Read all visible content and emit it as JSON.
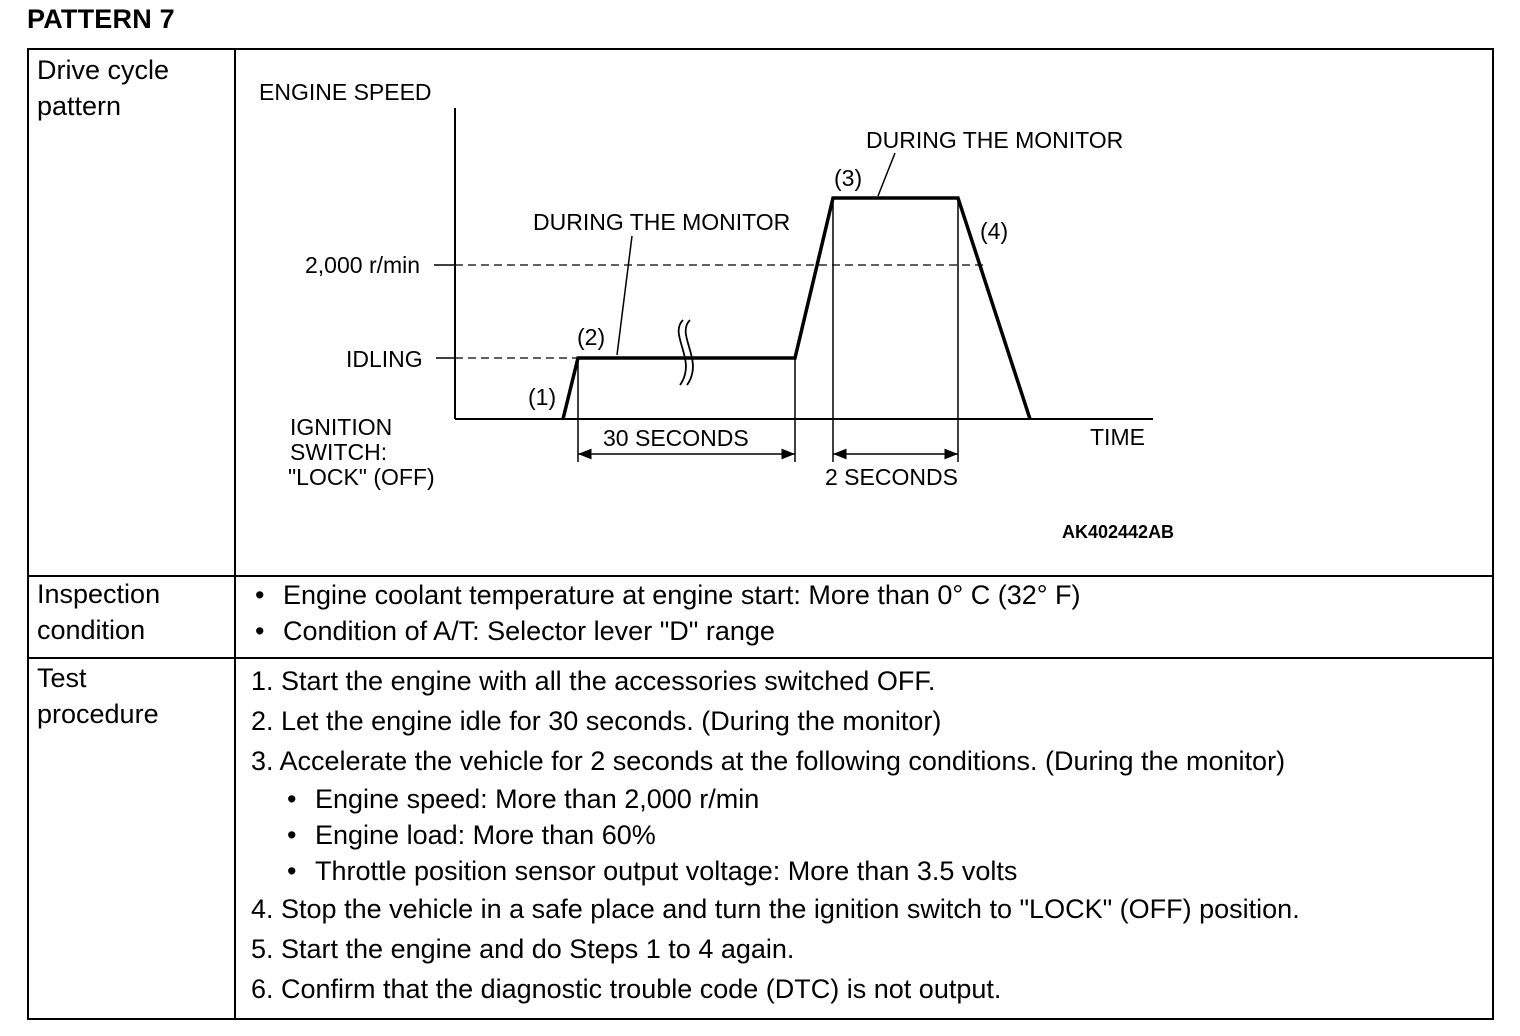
{
  "page_title": "PATTERN 7",
  "rows": {
    "drive": {
      "label": [
        "Drive cycle",
        "pattern"
      ]
    },
    "inspection": {
      "label": [
        "Inspection",
        "condition"
      ],
      "bullet": "•",
      "items": [
        "Engine coolant temperature at engine start: More than 0° C (32° F)",
        "Condition of A/T: Selector lever \"D\" range"
      ]
    },
    "test": {
      "label": [
        "Test",
        "procedure"
      ],
      "bullet": "•",
      "steps": [
        "1. Start the engine with all the accessories switched OFF.",
        "2. Let the engine idle for 30 seconds. (During the monitor)",
        "3. Accelerate the vehicle for 2 seconds at the following conditions. (During the monitor)"
      ],
      "sub_items": [
        "Engine speed: More than 2,000 r/min",
        "Engine load: More than 60%",
        "Throttle position sensor output voltage: More than 3.5 volts"
      ],
      "steps_after": [
        "4. Stop the vehicle in a safe place and turn the ignition switch to \"LOCK\" (OFF) position.",
        "5. Start the engine and do Steps 1 to 4 again.",
        "6. Confirm that the diagnostic trouble code (DTC) is not output."
      ]
    }
  },
  "diagram": {
    "y_axis_label": "ENGINE SPEED",
    "x_axis_label": "TIME",
    "level_2000": "2,000 r/min",
    "level_idle": "IDLING",
    "ignition_label": [
      "IGNITION",
      "SWITCH:",
      "\"LOCK\" (OFF)"
    ],
    "monitor_label_1": "DURING THE MONITOR",
    "monitor_label_2": "DURING THE MONITOR",
    "points": [
      "(1)",
      "(2)",
      "(3)",
      "(4)"
    ],
    "duration_1": "30 SECONDS",
    "duration_2": "2 SECONDS",
    "figure_code": "AK402442AB"
  }
}
